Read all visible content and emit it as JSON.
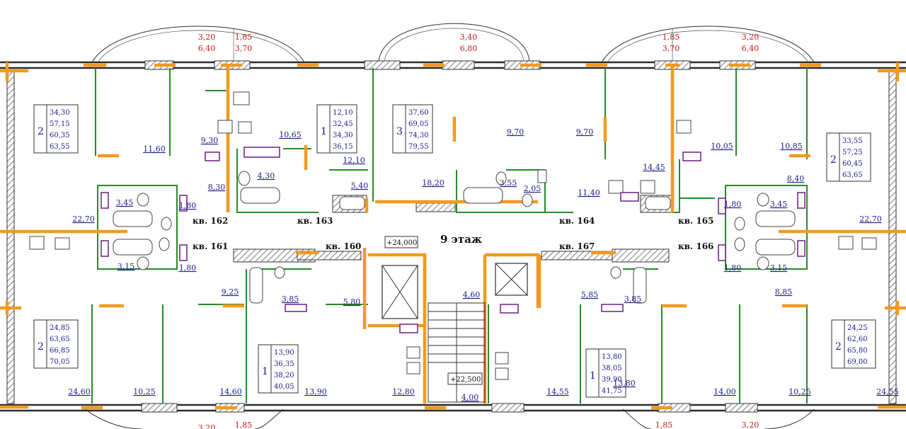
{
  "floor_title": "9 этаж",
  "levels": {
    "upper": "+24,000",
    "lower": "+22,500"
  },
  "apartments": [
    {
      "label": "кв. 162"
    },
    {
      "label": "кв. 163"
    },
    {
      "label": "кв. 164"
    },
    {
      "label": "кв. 165"
    },
    {
      "label": "кв. 161"
    },
    {
      "label": "кв. 160"
    },
    {
      "label": "кв. 167"
    },
    {
      "label": "кв. 166"
    }
  ],
  "summaries": [
    {
      "rooms": "2",
      "values": [
        "34,30",
        "57,15",
        "60,35",
        "63,55"
      ]
    },
    {
      "rooms": "1",
      "values": [
        "12,10",
        "32,45",
        "34,30",
        "36,15"
      ]
    },
    {
      "rooms": "3",
      "values": [
        "37,60",
        "69,05",
        "74,30",
        "79,55"
      ]
    },
    {
      "rooms": "2",
      "values": [
        "33,55",
        "57,25",
        "60,45",
        "63,65"
      ]
    },
    {
      "rooms": "2",
      "values": [
        "24,85",
        "63,65",
        "66,85",
        "70,05"
      ]
    },
    {
      "rooms": "1",
      "values": [
        "13,90",
        "36,35",
        "38,20",
        "40,05"
      ]
    },
    {
      "rooms": "1",
      "values": [
        "13,80",
        "38,05",
        "39,90",
        "41,75"
      ]
    },
    {
      "rooms": "2",
      "values": [
        "24,25",
        "62,60",
        "65,80",
        "69,00"
      ]
    }
  ],
  "balconies": [
    {
      "top": "3,20",
      "bottom": "6,40"
    },
    {
      "top": "1,85",
      "bottom": "3,70"
    },
    {
      "top": "3,40",
      "bottom": "6,80"
    },
    {
      "top": "1,85",
      "bottom": "3,70"
    },
    {
      "top": "3,20",
      "bottom": "6,40"
    },
    {
      "top": "3,20"
    },
    {
      "top": "1,85"
    },
    {
      "top": "1,85"
    },
    {
      "top": "3,20"
    }
  ],
  "room_areas": [
    "11,60",
    "9,30",
    "10,65",
    "12,10",
    "4,30",
    "8,30",
    "3,45",
    "1,80",
    "22,70",
    "3,15",
    "1,80",
    "9,25",
    "3,85",
    "5,40",
    "18,20",
    "3,55",
    "2,05",
    "9,70",
    "9,70",
    "11,40",
    "14,45",
    "10,05",
    "10,85",
    "8,40",
    "1,80",
    "3,45",
    "22,70",
    "1,80",
    "3,15",
    "5,80",
    "4,60",
    "5,85",
    "3,85",
    "8,85",
    "24,60",
    "10,25",
    "14,60",
    "13,90",
    "12,80",
    "4,00",
    "14,55",
    "13,80",
    "14,00",
    "10,25",
    "24,55"
  ]
}
